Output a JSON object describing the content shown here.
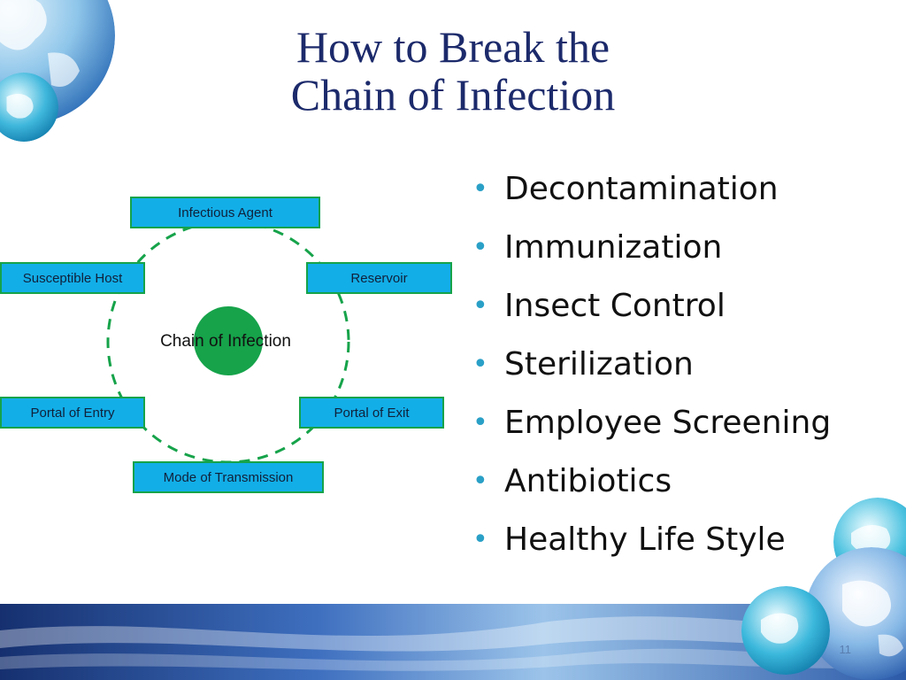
{
  "title": {
    "line1": "How to Break the",
    "line2": "Chain of Infection"
  },
  "diagram": {
    "center_label": "Chain of Infection",
    "nodes": {
      "infectious_agent": "Infectious Agent",
      "reservoir": "Reservoir",
      "portal_of_exit": "Portal of Exit",
      "mode_of_transmission": "Mode of Transmission",
      "portal_of_entry": "Portal of Entry",
      "susceptible_host": "Susceptible Host"
    },
    "colors": {
      "box_fill": "#12aee8",
      "box_border": "#16a34a",
      "ring": "#16a34a",
      "center": "#16a34a"
    }
  },
  "bullets": [
    "Decontamination",
    "Immunization",
    "Insect Control",
    "Sterilization",
    "Employee Screening",
    "Antibiotics",
    "Healthy Life Style"
  ],
  "slide_number": "11",
  "colors": {
    "title": "#1c2a6b",
    "bullet": "#2aa0c7"
  }
}
